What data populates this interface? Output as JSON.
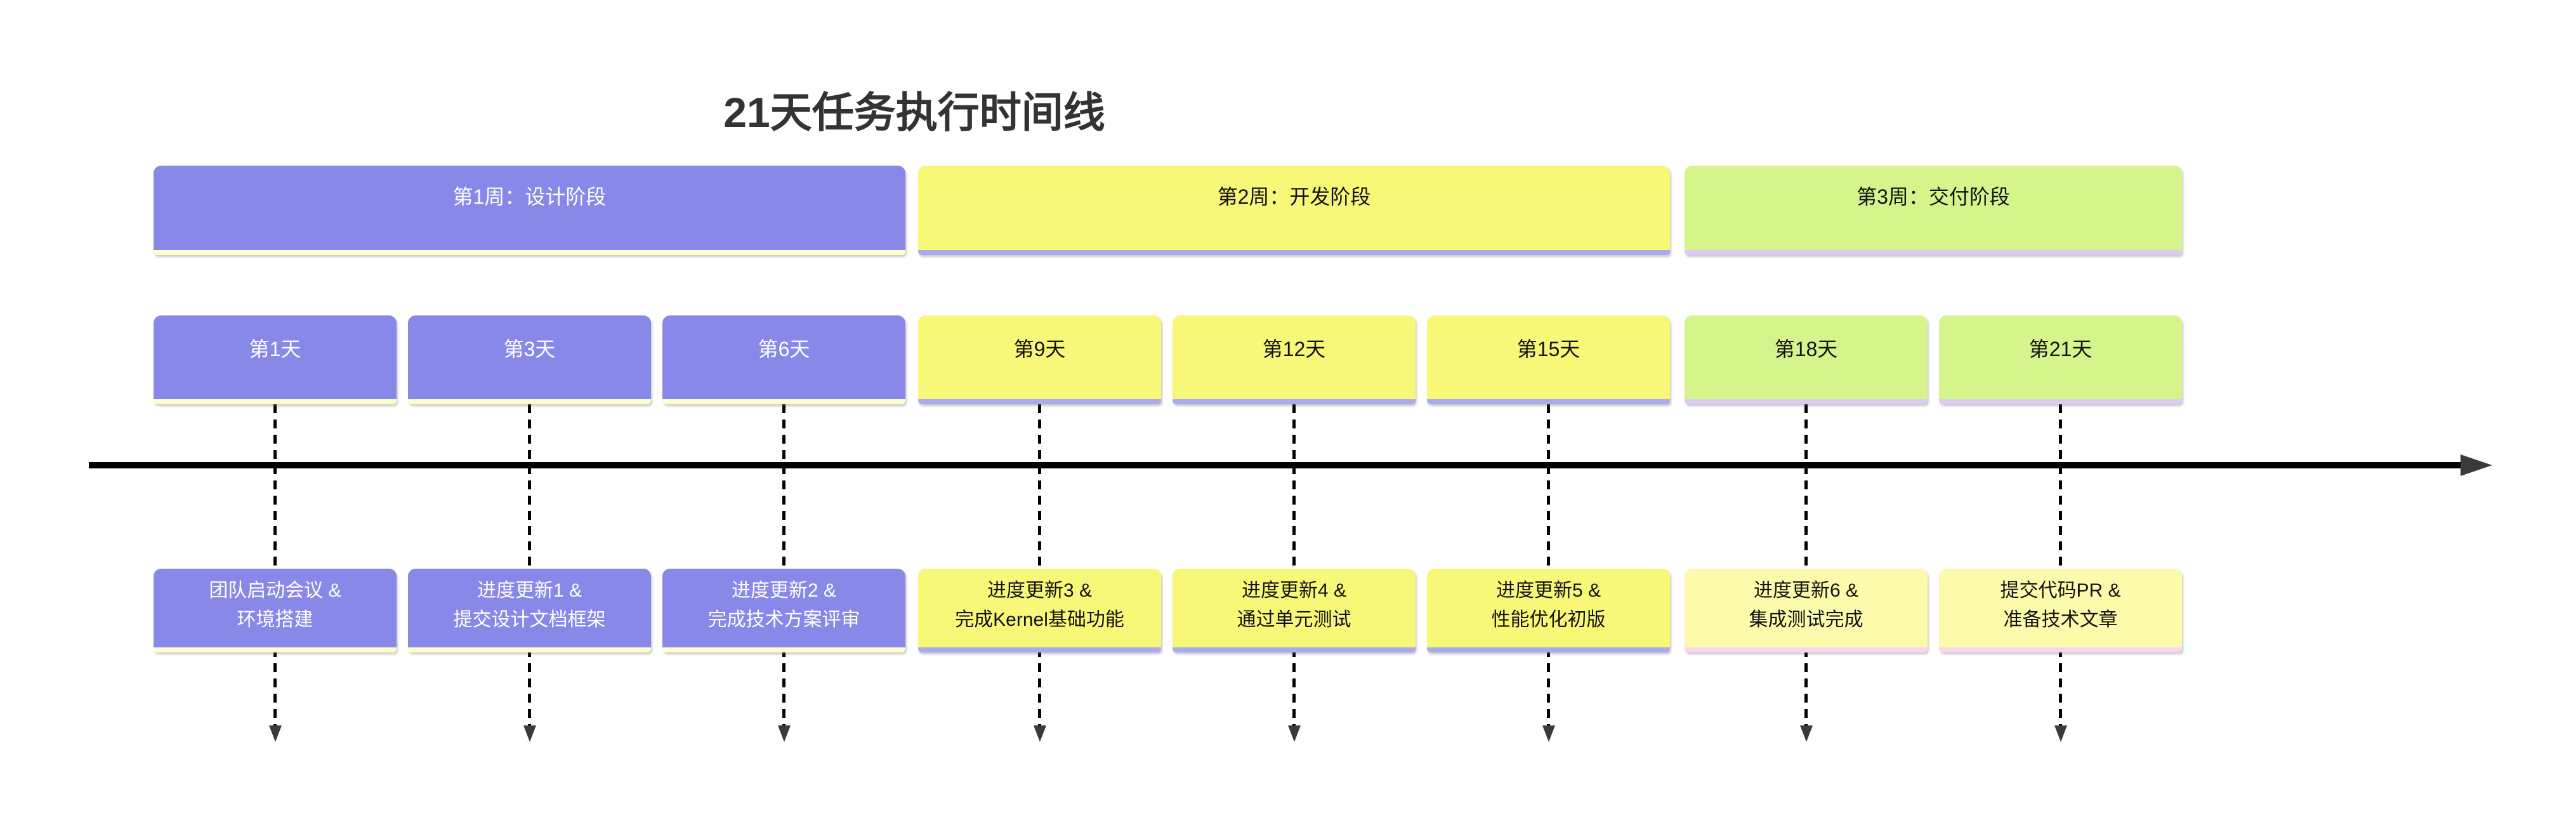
{
  "title": "21天任务执行时间线",
  "colors": {
    "title_text": "#333333",
    "axis": "#000000",
    "arrowhead": "#3a3a3a",
    "themes": {
      "week1": {
        "bg": "#8888e8",
        "strip": "#feffc9",
        "fg": "#ffffff"
      },
      "week2": {
        "bg": "#f7f778",
        "strip": "#aaaaf0",
        "fg": "#111111"
      },
      "week3": {
        "bg": "#d5f58c",
        "strip": "#dccbf5",
        "fg": "#111111"
      },
      "final": {
        "bg": "#fbfbab",
        "strip": "#f9d6f0",
        "fg": "#111111"
      }
    }
  },
  "sections": [
    {
      "label": "第1周：设计阶段",
      "theme": "week1"
    },
    {
      "label": "第2周：开发阶段",
      "theme": "week2"
    },
    {
      "label": "第3周：交付阶段",
      "theme": "week3"
    }
  ],
  "days": [
    {
      "label": "第1天",
      "theme": "week1"
    },
    {
      "label": "第3天",
      "theme": "week1"
    },
    {
      "label": "第6天",
      "theme": "week1"
    },
    {
      "label": "第9天",
      "theme": "week2"
    },
    {
      "label": "第12天",
      "theme": "week2"
    },
    {
      "label": "第15天",
      "theme": "week2"
    },
    {
      "label": "第18天",
      "theme": "week3"
    },
    {
      "label": "第21天",
      "theme": "week3"
    }
  ],
  "tasks": [
    {
      "line1": "团队启动会议 &",
      "line2": "环境搭建",
      "theme": "week1"
    },
    {
      "line1": "进度更新1 &",
      "line2": "提交设计文档框架",
      "theme": "week1"
    },
    {
      "line1": "进度更新2 &",
      "line2": "完成技术方案评审",
      "theme": "week1"
    },
    {
      "line1": "进度更新3 &",
      "line2": "完成Kernel基础功能",
      "theme": "week2"
    },
    {
      "line1": "进度更新4 &",
      "line2": "通过单元测试",
      "theme": "week2"
    },
    {
      "line1": "进度更新5 &",
      "line2": "性能优化初版",
      "theme": "week2"
    },
    {
      "line1": "进度更新6 &",
      "line2": "集成测试完成",
      "theme": "final"
    },
    {
      "line1": "提交代码PR &",
      "line2": "准备技术文章",
      "theme": "final"
    }
  ]
}
